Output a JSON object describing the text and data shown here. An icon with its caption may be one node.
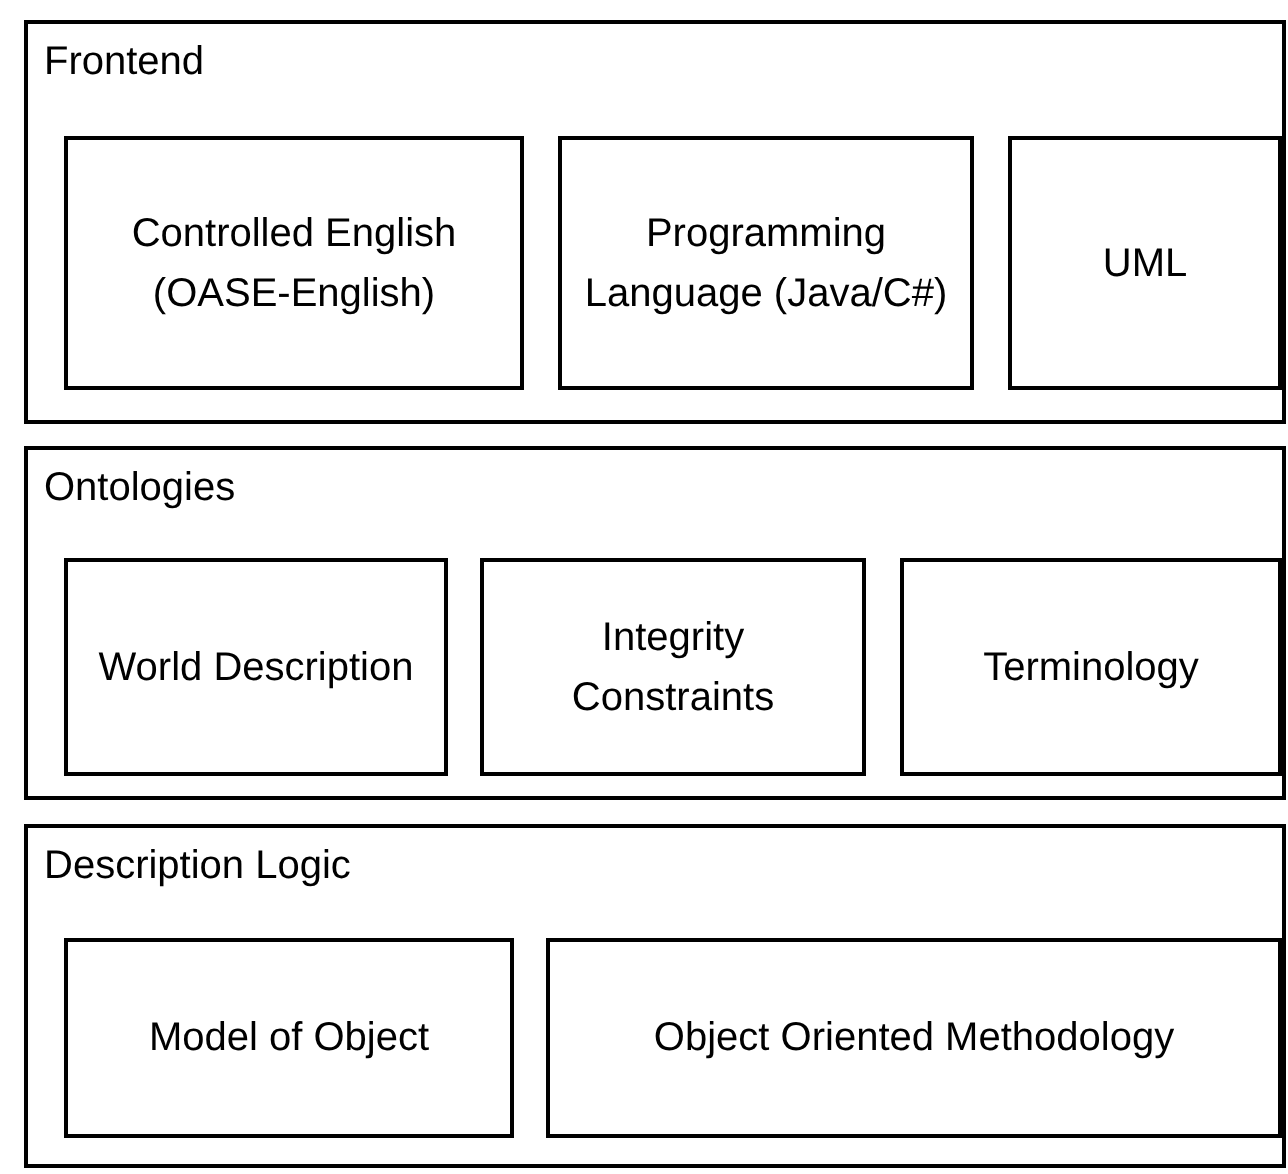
{
  "diagram": {
    "nodes": [
      {
        "text": [
          "Frontend"
        ]
      },
      {
        "text": [
          "Controlled English (OASE-English)"
        ],
        "in": 0
      },
      {
        "text": [
          "Programming Language (Java/C#)"
        ],
        "in": 0
      },
      {
        "text": [
          "UML"
        ],
        "in": 0
      },
      {
        "text": [
          "Ontologies"
        ]
      },
      {
        "text": [
          "World Description"
        ],
        "in": 4
      },
      {
        "text": [
          "Integrity Constraints"
        ],
        "in": 4
      },
      {
        "text": [
          "Terminology"
        ],
        "in": 4
      },
      {
        "text": [
          "Description Logic"
        ]
      },
      {
        "text": [
          "Model of Object"
        ],
        "in": 8
      },
      {
        "text": [
          "Object Oriented Methodology"
        ],
        "in": 8
      }
    ]
  }
}
